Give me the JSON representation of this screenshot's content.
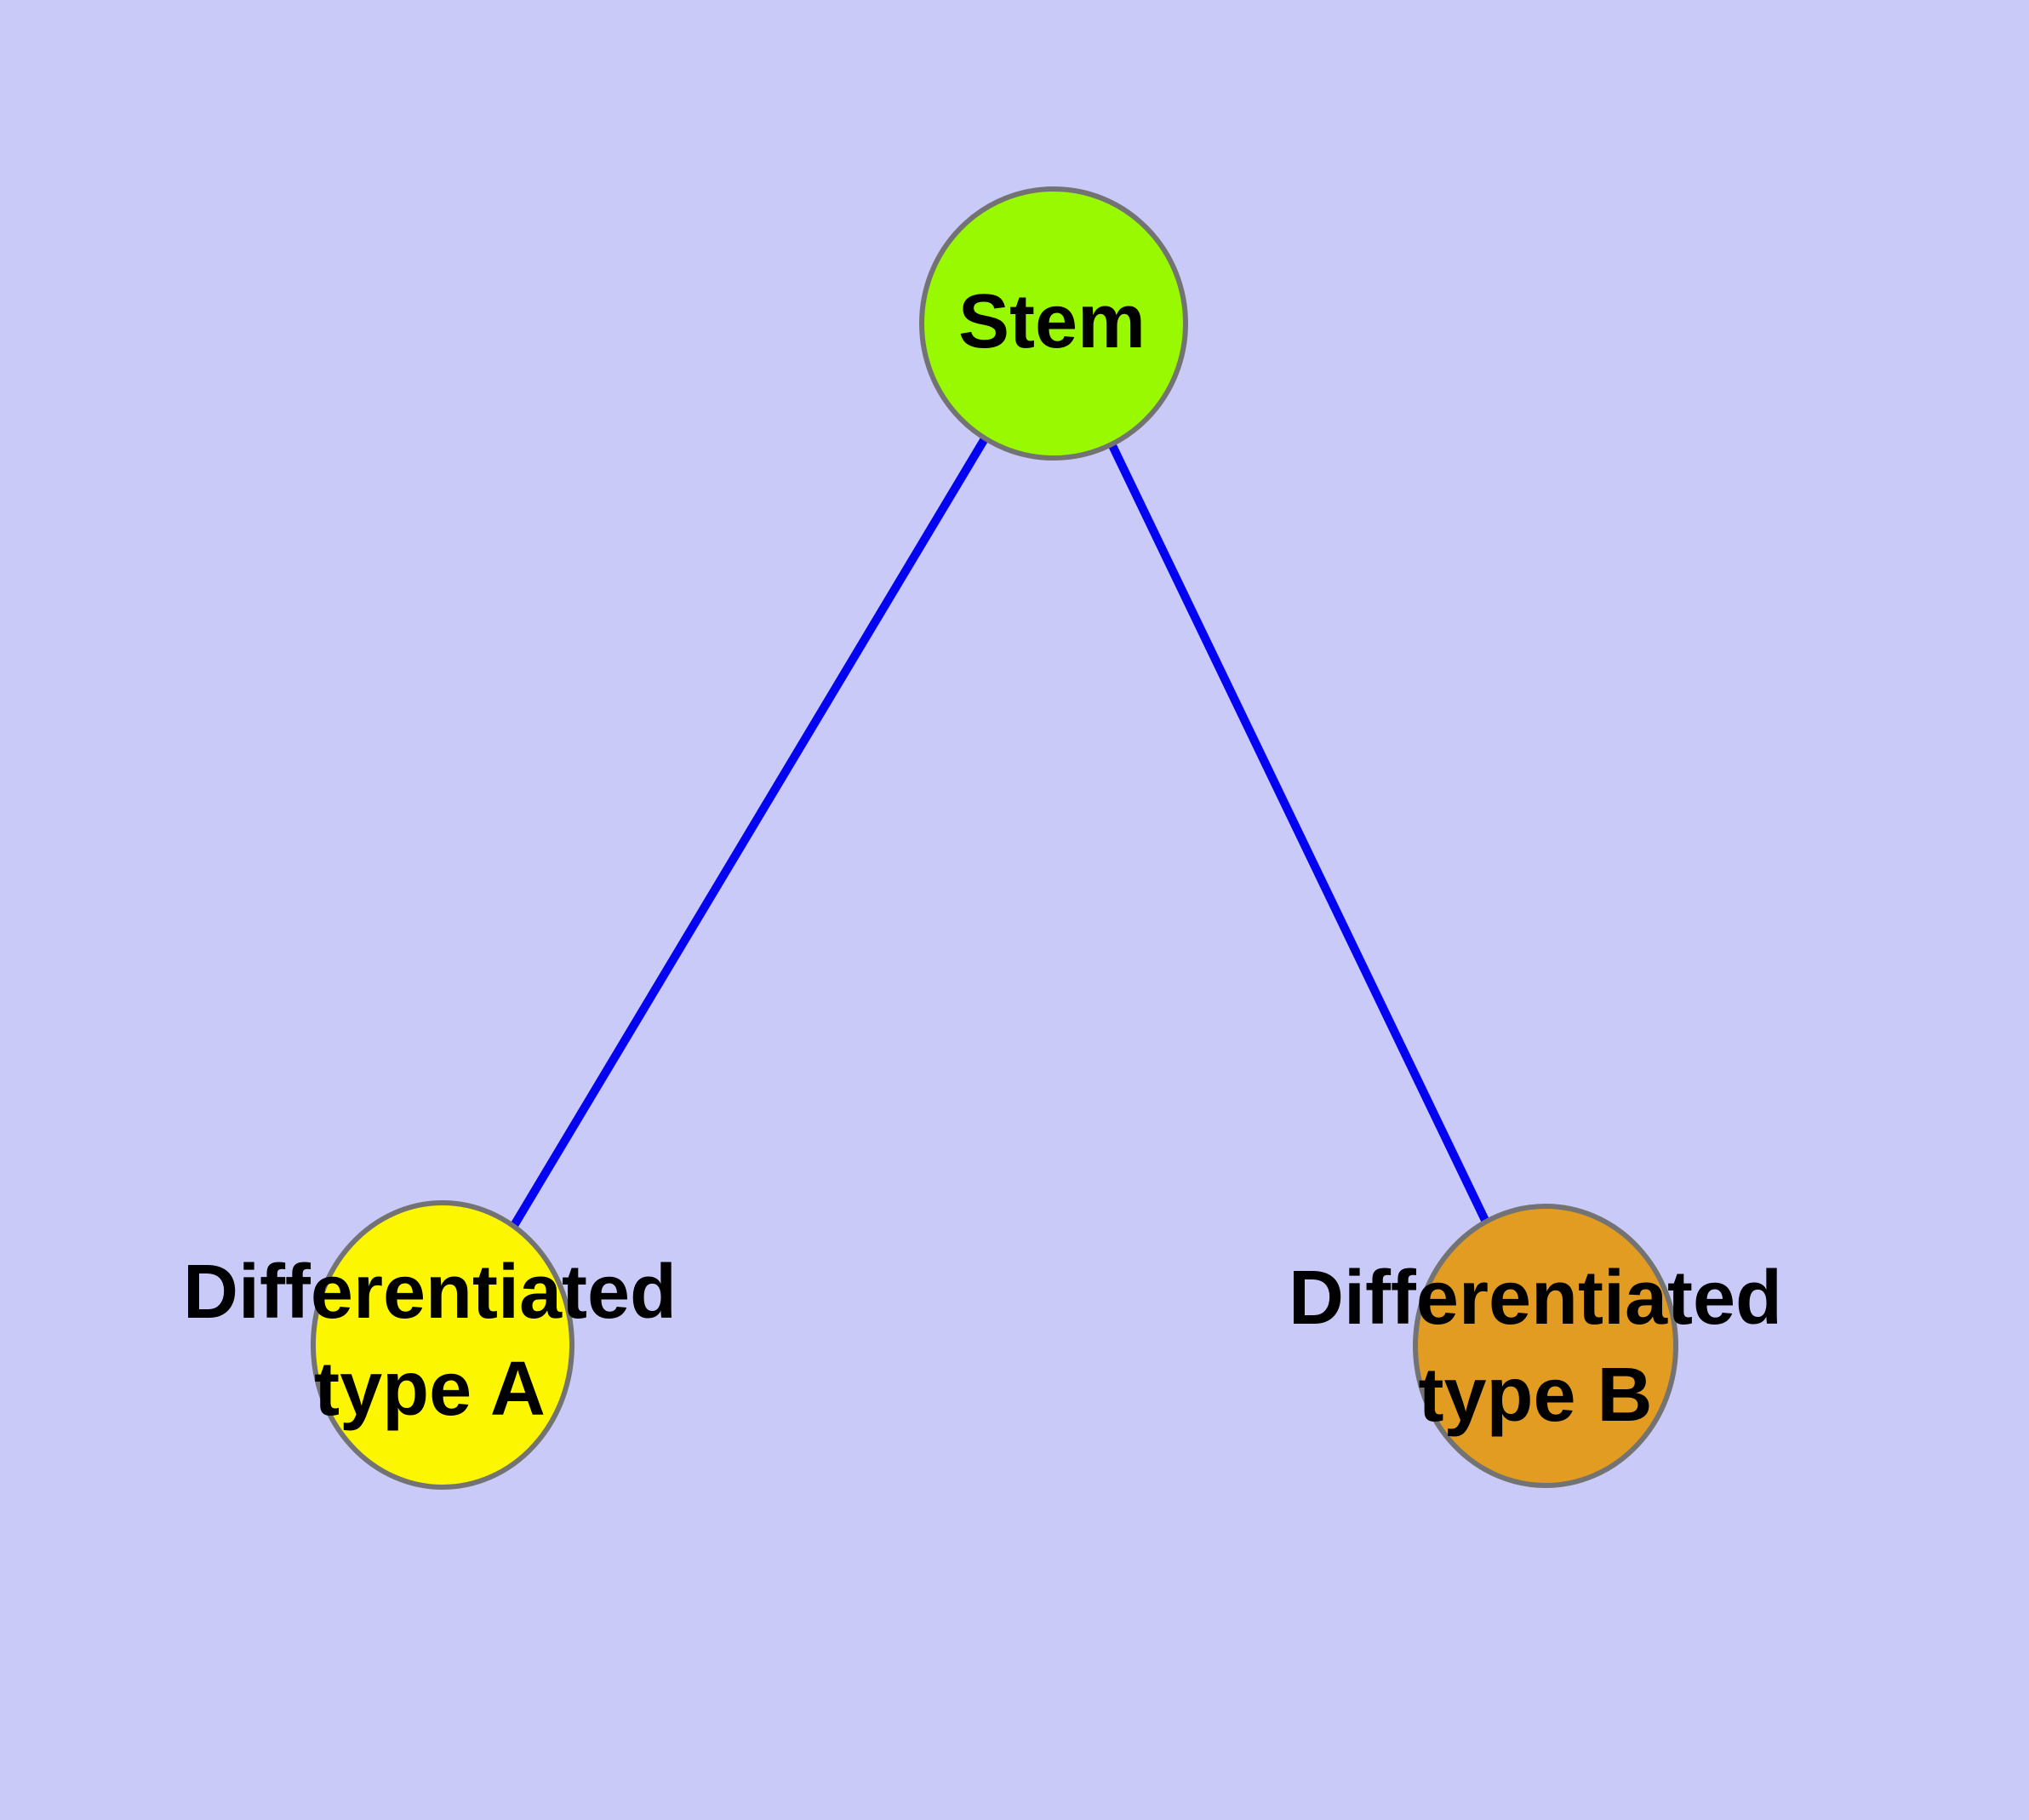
{
  "diagram": {
    "description": "Cell differentiation graph: one stem node connected to two differentiated cell type nodes",
    "background_color": "#CACAF8",
    "edge_color": "#0303F2",
    "node_border_color": "#737373",
    "label_color": "#000000",
    "nodes": [
      {
        "id": "stem",
        "label": "Stem",
        "fill": "#99F900"
      },
      {
        "id": "differentiated-type-a",
        "label": "Differentiated type A",
        "line1": "Differentiated",
        "line2": "type A",
        "fill": "#FCF600"
      },
      {
        "id": "differentiated-type-b",
        "label": "Differentiated type B",
        "line1": "Differentiated",
        "line2": "type B",
        "fill": "#E39C22"
      }
    ],
    "edges": [
      {
        "from": "Stem",
        "to": "Differentiated type A"
      },
      {
        "from": "Stem",
        "to": "Differentiated type B"
      }
    ]
  }
}
